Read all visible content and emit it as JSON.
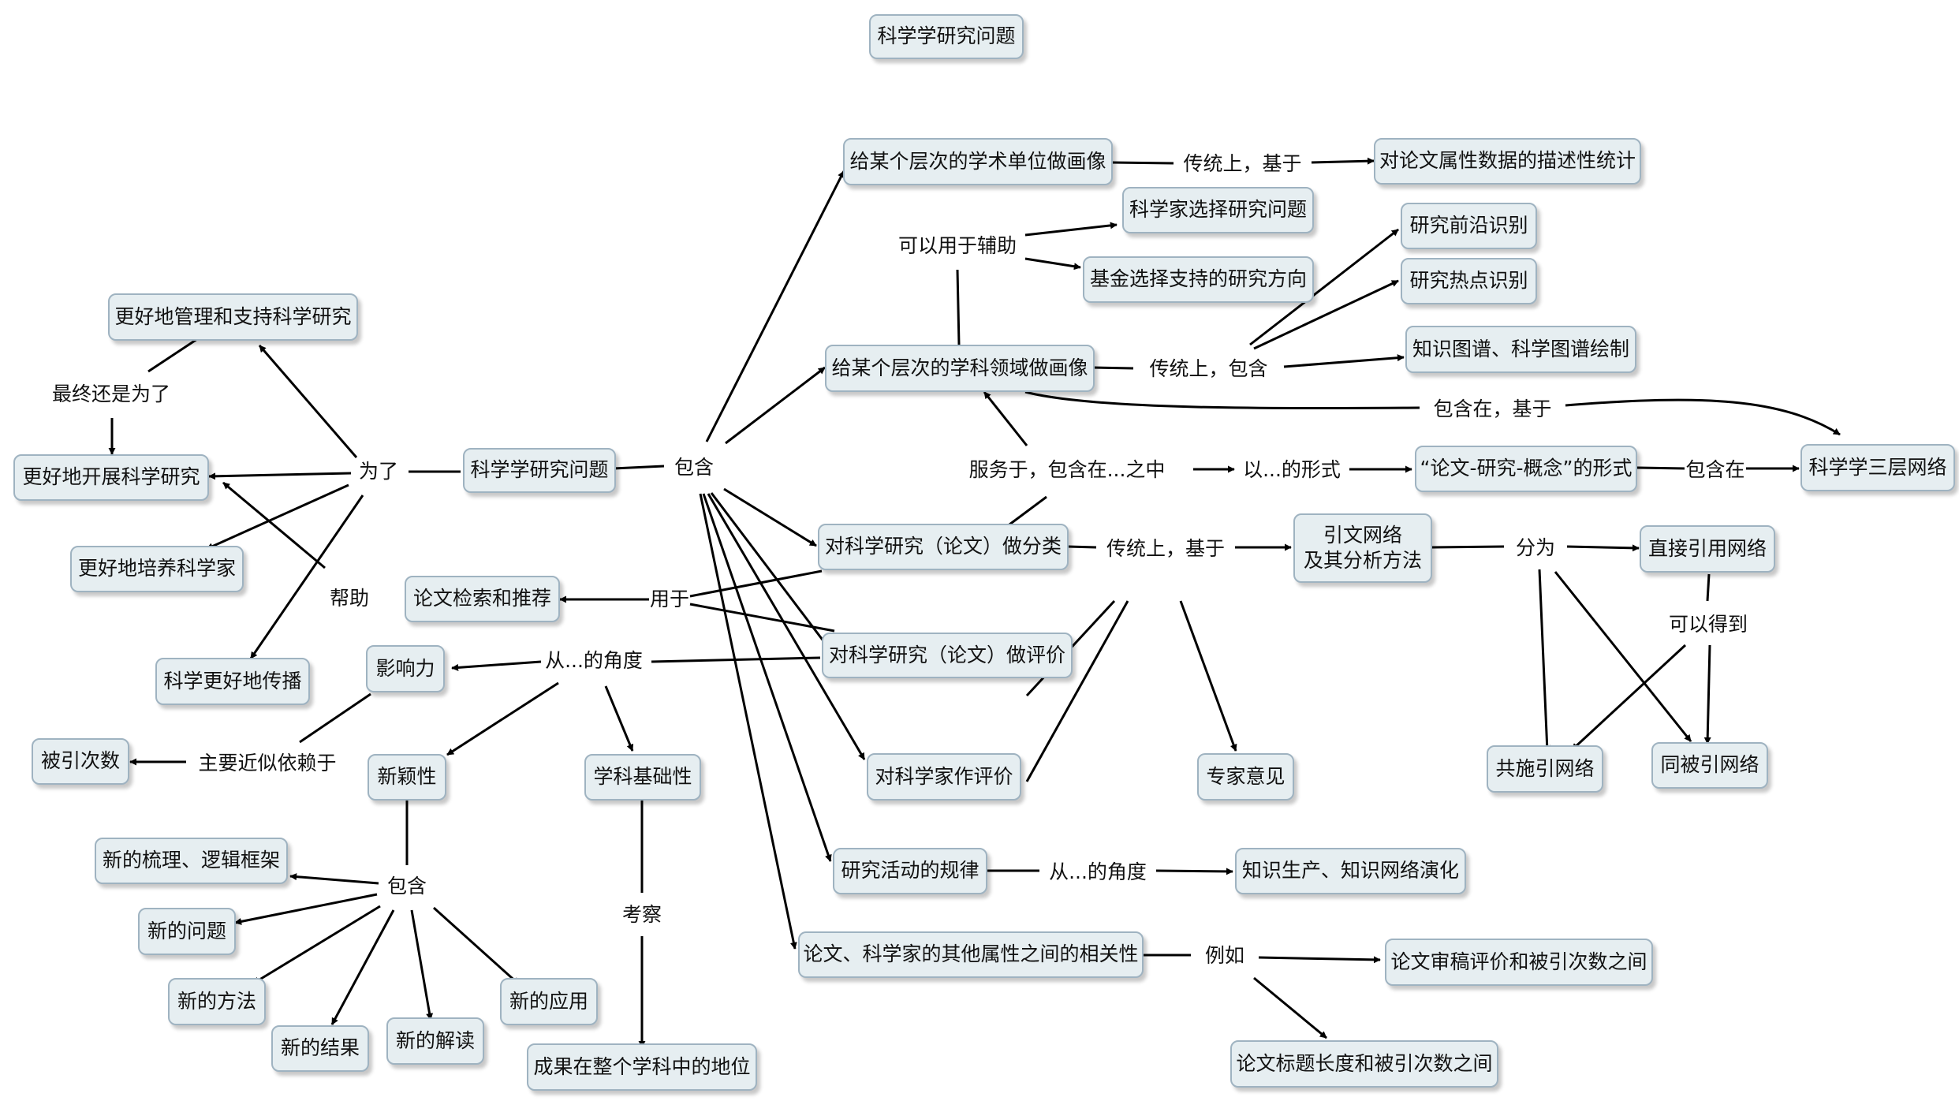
{
  "title": "科学学研究问题",
  "nodes": {
    "root": "科学学研究问题",
    "n_acad_unit": "给某个层次的学术单位做画像",
    "n_desc_stat": "对论文属性数据的描述性统计",
    "n_scientist_choose": "科学家选择研究问题",
    "n_fund_choose": "基金选择支持的研究方向",
    "n_front": "研究前沿识别",
    "n_hot": "研究热点识别",
    "n_kmap": "知识图谱、科学图谱绘制",
    "n_field": "给某个层次的学科领域做画像",
    "n_three_layer": "科学学三层网络",
    "n_form": "“论文-研究-概念”的形式",
    "n_classify": "对科学研究（论文）做分类",
    "n_citenet": "引文网络\n及其分析方法",
    "n_direct": "直接引用网络",
    "n_evaluate": "对科学研究（论文）做评价",
    "n_scientist_eval": "对科学家作评价",
    "n_expert": "专家意见",
    "n_cocite_apply": "共施引网络",
    "n_cocited": "同被引网络",
    "n_laws": "研究活动的规律",
    "n_knowledge": "知识生产、知识网络演化",
    "n_correlation": "论文、科学家的其他属性之间的相关性",
    "n_review": "论文审稿评价和被引次数之间",
    "n_title_len": "论文标题长度和被引次数之间",
    "n_manage": "更好地管理和支持科学研究",
    "n_develop": "更好地开展科学研究",
    "n_train": "更好地培养科学家",
    "n_spread": "科学更好地传播",
    "n_search": "论文检索和推荐",
    "n_impact": "影响力",
    "n_citations": "被引次数",
    "n_novelty": "新颖性",
    "n_base": "学科基础性",
    "n_new_frame": "新的梳理、逻辑框架",
    "n_new_q": "新的问题",
    "n_new_m": "新的方法",
    "n_new_r": "新的结果",
    "n_new_i": "新的解读",
    "n_new_a": "新的应用",
    "n_position": "成果在整个学科中的地位"
  },
  "labels": {
    "l_contain": "包含",
    "l_trad_based1": "传统上，基于",
    "l_can_assist": "可以用于辅助",
    "l_trad_contain": "传统上，包含",
    "l_contain_based": "包含在，基于",
    "l_serve": "服务于，包含在...之中",
    "l_form_of": "以...的形式",
    "l_contain_in": "包含在",
    "l_trad_based2": "传统上，基于",
    "l_divide": "分为",
    "l_can_get": "可以得到",
    "l_use_for": "用于",
    "l_help": "帮助",
    "l_for": "为了",
    "l_finally": "最终还是为了",
    "l_angle1": "从...的角度",
    "l_mainly": "主要近似依赖于",
    "l_contain2": "包含",
    "l_inspect": "考察",
    "l_angle2": "从...的角度",
    "l_eg": "例如"
  },
  "colors": {
    "node_fill": "#e6eef1",
    "node_border": "#9fb3c1",
    "edge": "#000000"
  }
}
